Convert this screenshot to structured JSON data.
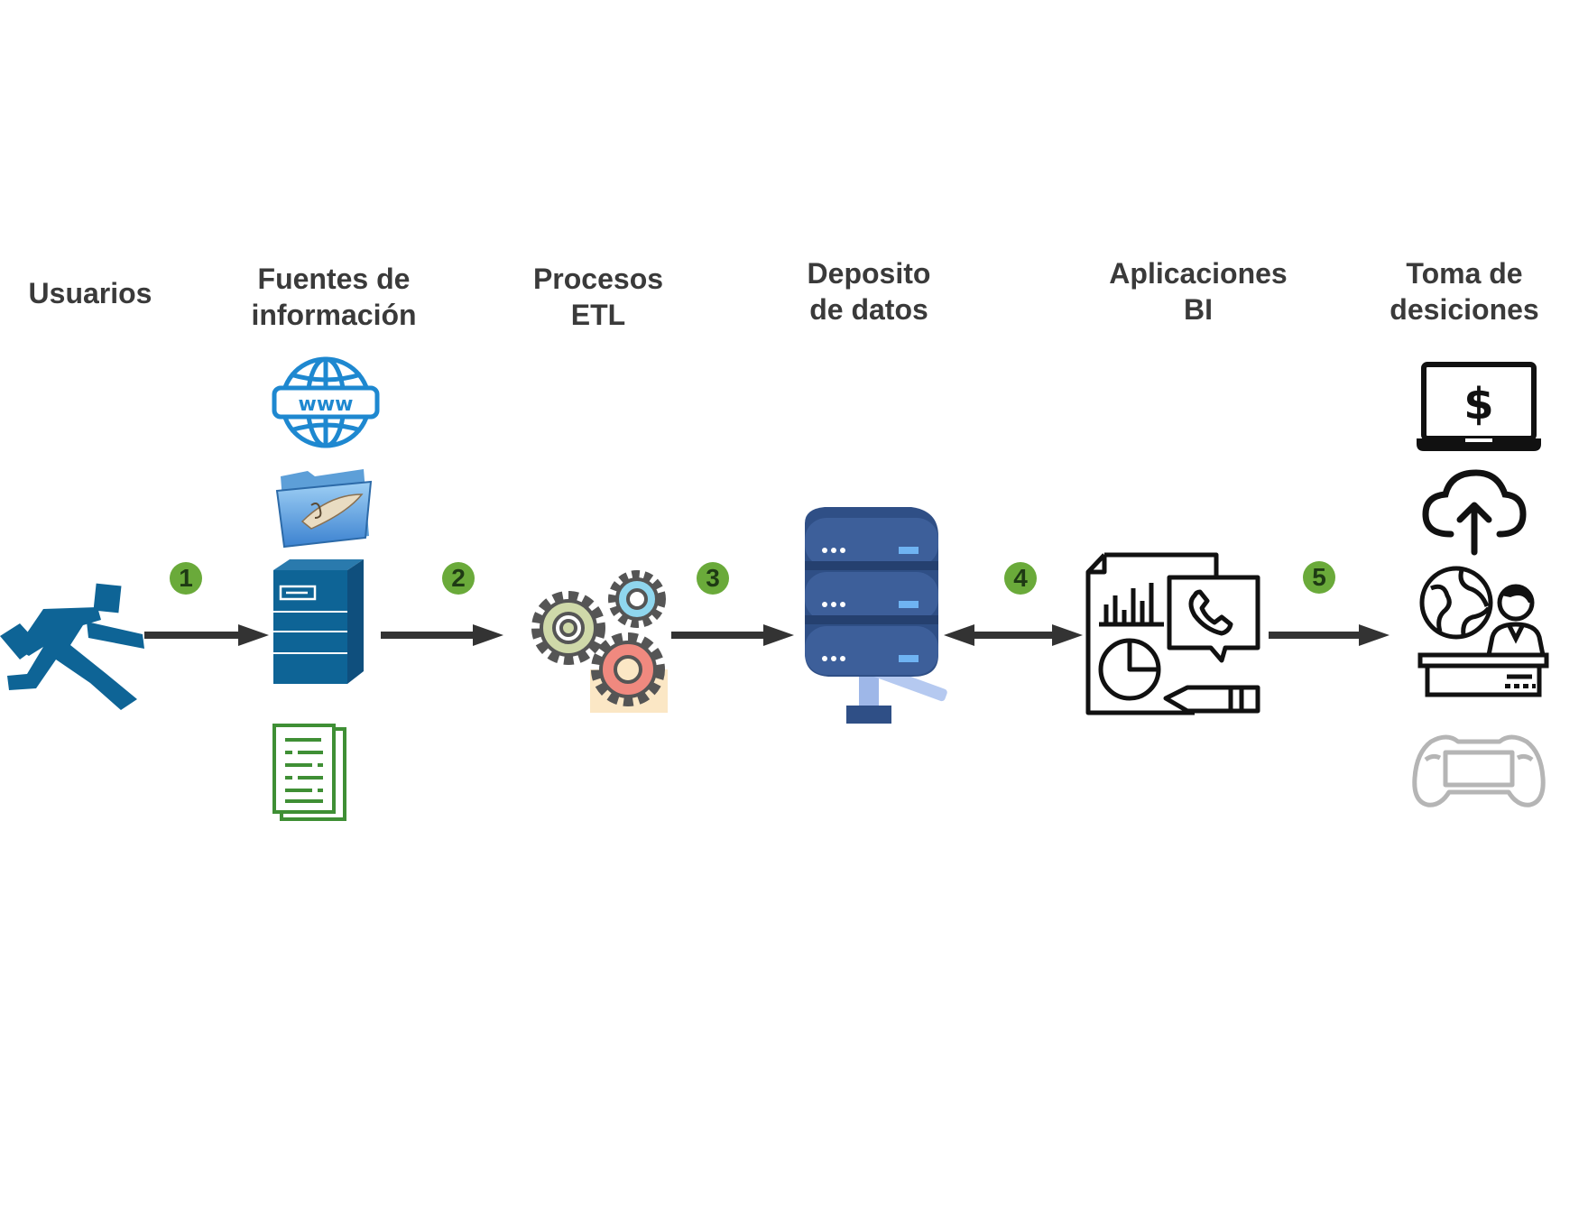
{
  "stages": [
    {
      "id": "usuarios",
      "label_line1": "Usuarios",
      "label_line2": ""
    },
    {
      "id": "fuentes",
      "label_line1": "Fuentes de",
      "label_line2": "información"
    },
    {
      "id": "etl",
      "label_line1": "Procesos",
      "label_line2": "ETL"
    },
    {
      "id": "deposito",
      "label_line1": "Deposito",
      "label_line2": "de datos"
    },
    {
      "id": "aplicaciones",
      "label_line1": "Aplicaciones",
      "label_line2": "BI"
    },
    {
      "id": "toma",
      "label_line1": "Toma de",
      "label_line2": "desiciones"
    }
  ],
  "steps": [
    "1",
    "2",
    "3",
    "4",
    "5"
  ],
  "icons": {
    "usuarios": [
      "running-person-icon"
    ],
    "fuentes": [
      "www-globe-icon",
      "folder-icon",
      "file-server-icon",
      "text-document-icon"
    ],
    "etl": [
      "gears-icon"
    ],
    "deposito": [
      "database-server-icon"
    ],
    "aplicaciones": [
      "bi-report-icon"
    ],
    "toma": [
      "laptop-dollar-icon",
      "cloud-upload-icon",
      "globe-presenter-icon",
      "gamepad-icon"
    ]
  },
  "colors": {
    "label_text": "#3a3a3a",
    "arrow": "#333333",
    "badge": "#6aaa3a",
    "user_blue": "#0e6496",
    "web_blue": "#1e88d0",
    "db_navy": "#2f4f86",
    "doc_green": "#3f8f35"
  }
}
